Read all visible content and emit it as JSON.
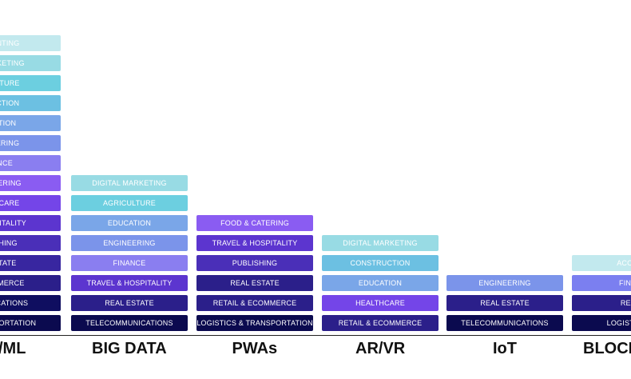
{
  "chart_data": {
    "type": "bar",
    "layout": "stacked-labeled-blocks",
    "title": "",
    "xlabel": "",
    "ylabel": "",
    "categories": [
      "AI/ML",
      "BIG DATA",
      "PWAs",
      "AR/VR",
      "IoT",
      "BLOCKCHAIN"
    ],
    "visible_text": [
      "/ML",
      "BIG DATA",
      "PWAs",
      "AR/VR",
      "IoT",
      "BLOCK"
    ],
    "values": [
      15,
      8,
      6,
      5,
      3,
      4
    ],
    "stacks": [
      [
        "TRANSPORTATION",
        "MUNICATIONS",
        "COMMERCE",
        "ESTATE",
        "LISHING",
        "HOSPITALITY",
        "LTHCARE",
        "CATERING",
        "ANCE",
        "NEERING",
        "CATION",
        "RUCTION",
        "CULTURE",
        "MARKETING",
        "OUNTING"
      ],
      [
        "TELECOMMUNICATIONS",
        "REAL ESTATE",
        "TRAVEL & HOSPITALITY",
        "FINANCE",
        "ENGINEERING",
        "EDUCATION",
        "AGRICULTURE",
        "DIGITAL MARKETING"
      ],
      [
        "LOGISTICS & TRANSPORTATION",
        "RETAIL & ECOMMERCE",
        "REAL ESTATE",
        "PUBLISHING",
        "TRAVEL & HOSPITALITY",
        "FOOD & CATERING"
      ],
      [
        "RETAIL & ECOMMERCE",
        "HEALTHCARE",
        "EDUCATION",
        "CONSTRUCTION",
        "DIGITAL MARKETING"
      ],
      [
        "TELECOMMUNICATIONS",
        "REAL ESTATE",
        "ENGINEERING"
      ],
      [
        "LOGISTICS &",
        "REAL",
        "FINAN",
        "ACCOU"
      ]
    ],
    "colors": {
      "TRANSPORTATION": "#0b0a4f",
      "MUNICATIONS": "#0f0e60",
      "COMMERCE": "#2b1f8a",
      "ESTATE": "#3826a0",
      "LISHING": "#4a2fb8",
      "HOSPITALITY": "#5c35cf",
      "LTHCARE": "#7445e8",
      "CATERING": "#8a5cf2",
      "ANCE": "#8a7ef0",
      "NEERING": "#7b94ea",
      "CATION": "#7aa6e8",
      "RUCTION": "#6cc0e2",
      "CULTURE": "#6ccfe0",
      "MARKETING": "#98dbe4",
      "OUNTING": "#c2e9ee",
      "TELECOMMUNICATIONS": "#0b0a4f",
      "LOGISTICS & TRANSPORTATION": "#0b0a4f",
      "LOGISTICS &": "#0b0a4f",
      "REAL ESTATE": "#2b1f8a",
      "REAL": "#2b1f8a",
      "RETAIL & ECOMMERCE": "#2b1f8a",
      "PUBLISHING": "#4a2fb8",
      "TRAVEL & HOSPITALITY": "#5c35cf",
      "FINANCE": "#8a7ef0",
      "FINAN": "#7b7ff0",
      "FOOD & CATERING": "#8a5cf2",
      "ENGINEERING": "#7b94ea",
      "EDUCATION": "#7aa6e8",
      "HEALTHCARE": "#7445e8",
      "CONSTRUCTION": "#6cc0e2",
      "AGRICULTURE": "#6ccfe0",
      "DIGITAL MARKETING": "#98dbe4",
      "ACCOU": "#c2e9ee"
    },
    "grid": false,
    "legend": "none"
  }
}
